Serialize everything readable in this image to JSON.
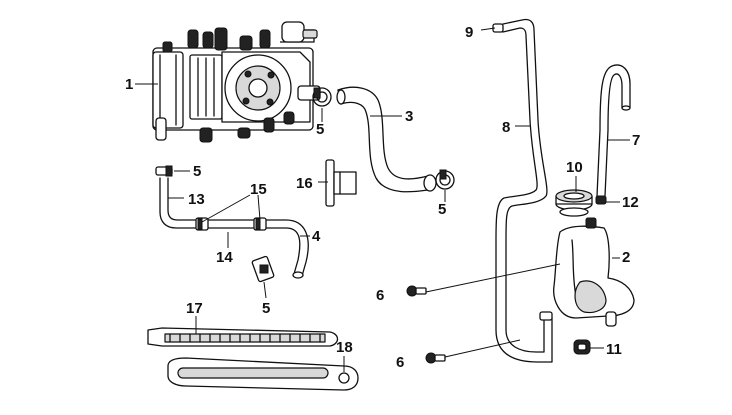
{
  "callouts": [
    {
      "id": "c1",
      "text": "1"
    },
    {
      "id": "c2",
      "text": "2"
    },
    {
      "id": "c3",
      "text": "3"
    },
    {
      "id": "c4",
      "text": "4"
    },
    {
      "id": "c5a",
      "text": "5"
    },
    {
      "id": "c5b",
      "text": "5"
    },
    {
      "id": "c5c",
      "text": "5"
    },
    {
      "id": "c5d",
      "text": "5"
    },
    {
      "id": "c6a",
      "text": "6"
    },
    {
      "id": "c6b",
      "text": "6"
    },
    {
      "id": "c7",
      "text": "7"
    },
    {
      "id": "c8",
      "text": "8"
    },
    {
      "id": "c9",
      "text": "9"
    },
    {
      "id": "c10",
      "text": "10"
    },
    {
      "id": "c11",
      "text": "11"
    },
    {
      "id": "c12",
      "text": "12"
    },
    {
      "id": "c13",
      "text": "13"
    },
    {
      "id": "c14",
      "text": "14"
    },
    {
      "id": "c15",
      "text": "15"
    },
    {
      "id": "c16",
      "text": "16"
    },
    {
      "id": "c17",
      "text": "17"
    },
    {
      "id": "c18",
      "text": "18"
    }
  ]
}
